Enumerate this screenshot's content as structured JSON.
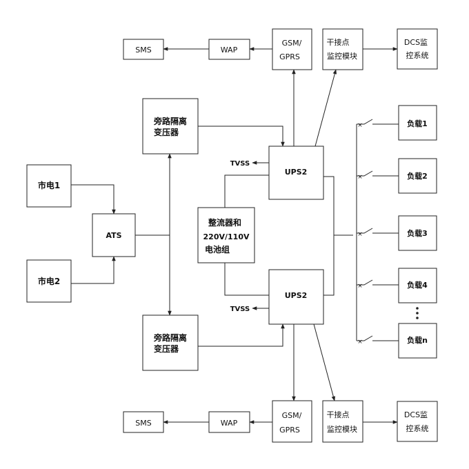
{
  "colors": {
    "line": "#222222",
    "background": "#ffffff",
    "text": "#111111"
  },
  "blocks": {
    "grid1": "市电1",
    "grid2": "市电2",
    "ats": "ATS",
    "bypass_top": [
      "旁路隔离",
      "变压器"
    ],
    "bypass_bottom": [
      "旁路隔离",
      "变压器"
    ],
    "ups_top": "UPS2",
    "ups_bottom": "UPS2",
    "rectifier": [
      "整流器和",
      "220V/110V",
      "电池组"
    ],
    "tvss_top": "TVSS",
    "tvss_bottom": "TVSS",
    "sms_top": "SMS",
    "wap_top": "WAP",
    "gsm_top": [
      "GSM/",
      "GPRS"
    ],
    "dry_top": [
      "干接点",
      "监控模块"
    ],
    "dcs_top": [
      "DCS监",
      "控系统"
    ],
    "sms_bottom": "SMS",
    "wap_bottom": "WAP",
    "gsm_bottom": [
      "GSM/",
      "GPRS"
    ],
    "dry_bottom": [
      "干接点",
      "监控模块"
    ],
    "dcs_bottom": [
      "DCS监",
      "控系统"
    ]
  },
  "loads": [
    "负载1",
    "负载2",
    "负载3",
    "负载4",
    "负载n"
  ]
}
